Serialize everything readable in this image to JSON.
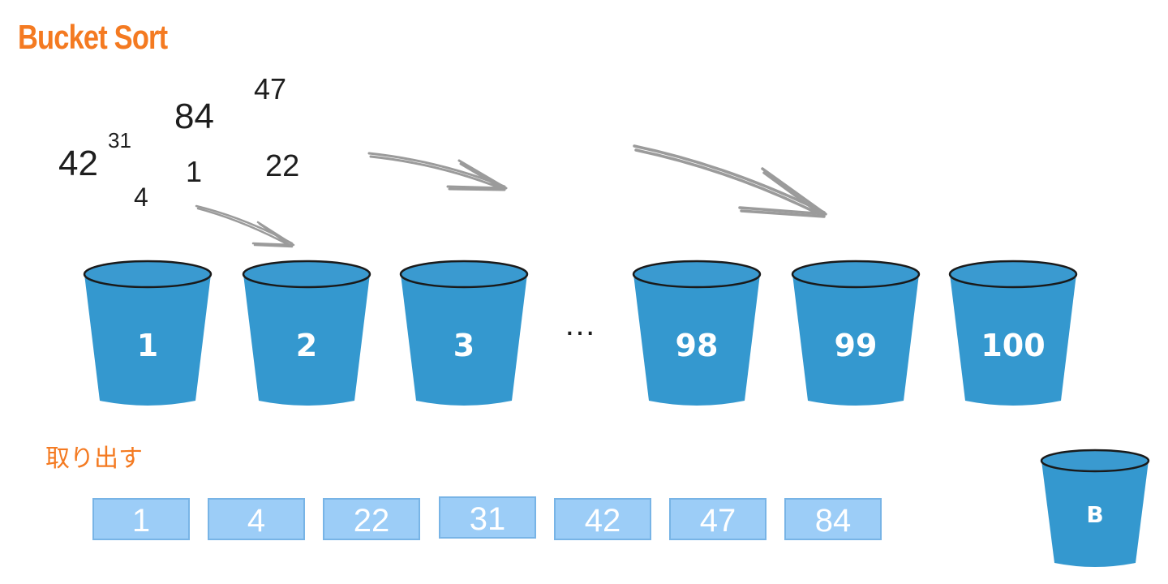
{
  "title": "Bucket Sort",
  "scattered_numbers": [
    "42",
    "31",
    "84",
    "47",
    "4",
    "1",
    "22"
  ],
  "ellipsis": "…",
  "buckets": [
    {
      "label": "1"
    },
    {
      "label": "2"
    },
    {
      "label": "3"
    },
    {
      "label": "98"
    },
    {
      "label": "99"
    },
    {
      "label": "100"
    }
  ],
  "extract_label": "取り出す",
  "sorted_output": [
    "1",
    "4",
    "22",
    "31",
    "42",
    "47",
    "84"
  ],
  "legend_bucket_label": "B",
  "colors": {
    "title": "#f47a21",
    "bucket_fill": "#3498cf",
    "bucket_rim": "#3a9ad0",
    "cell_fill": "#9ccdf7",
    "arrow": "#9b9b9b"
  }
}
